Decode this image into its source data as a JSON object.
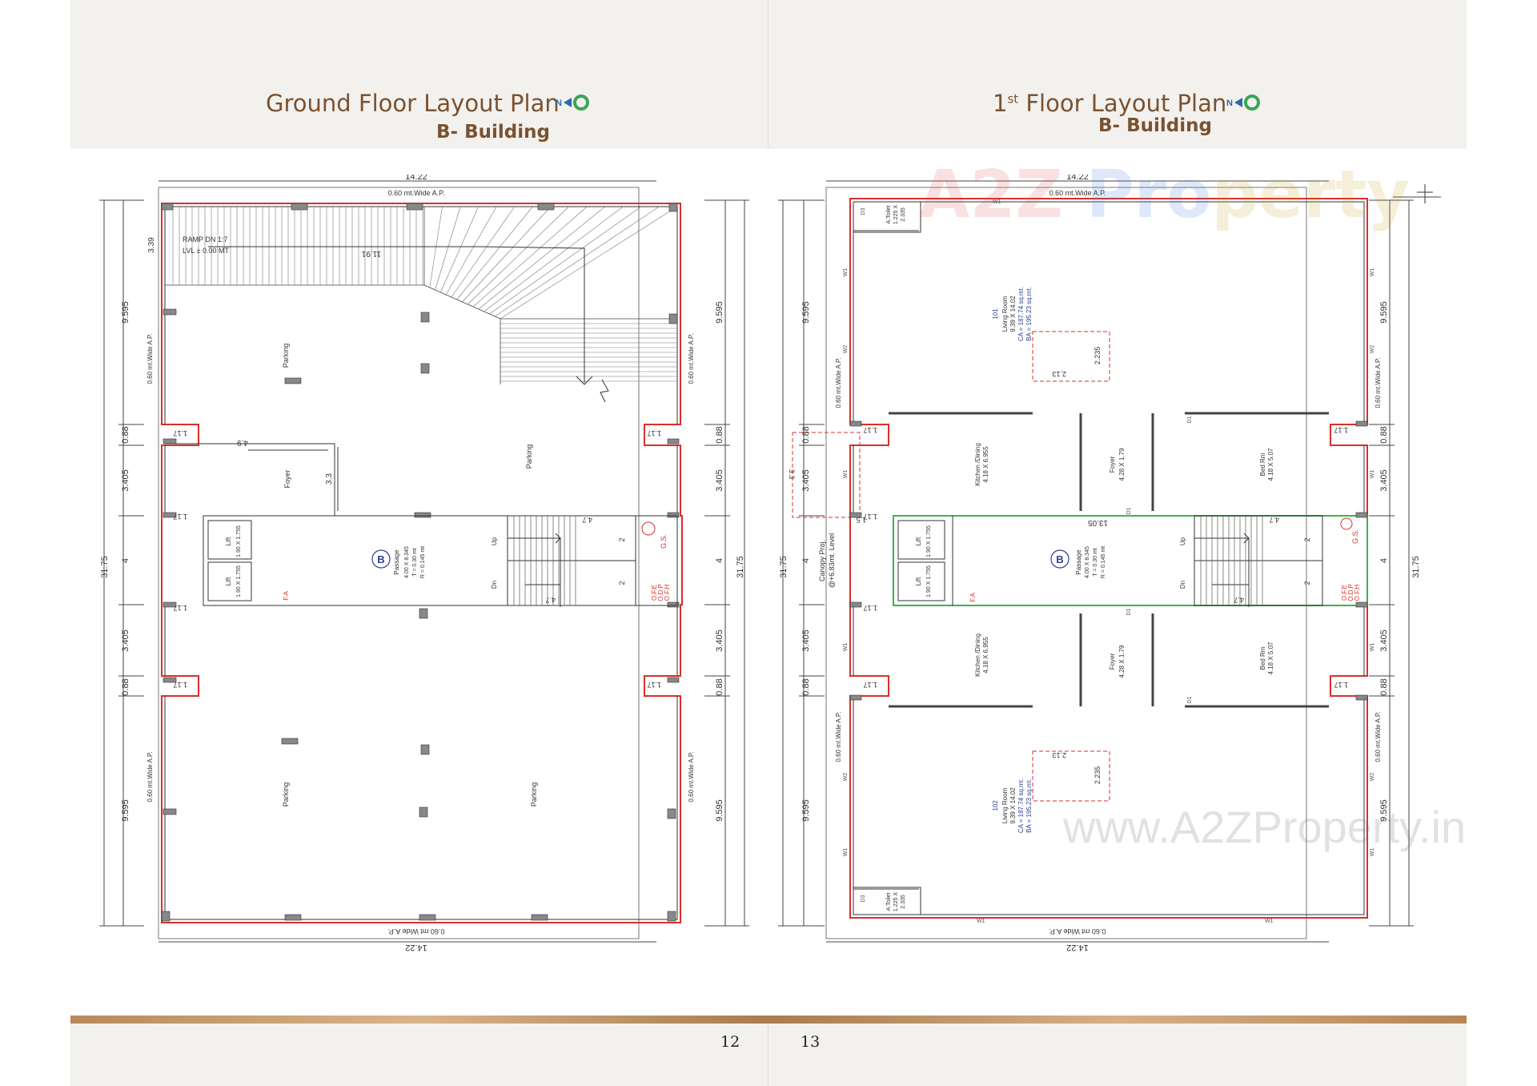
{
  "left": {
    "title": "Ground Floor Layout Plan",
    "subtitle": "B- Building",
    "page_number": "12"
  },
  "right": {
    "title_prefix": "1",
    "title_sup": "st",
    "title_rest": " Floor Layout Plan",
    "subtitle": "B- Building",
    "page_number": "13"
  },
  "watermark": {
    "brand_part1": "A2Z ",
    "brand_part2": "Pro",
    "brand_part3": "perty",
    "url": "www.A2ZProperty.in"
  },
  "ground": {
    "width_top": "14.22",
    "width_bottom": "14.22",
    "ap_top": "0.60 mt.Wide A.P.",
    "ap_bottom": "0.60 mt Wide A.P.",
    "ap_side": "0.60 mt.Wide A.P.",
    "total_height": "31.75",
    "dims": [
      "9.595",
      "0.88",
      "3.405",
      "4",
      "3.405",
      "0.88",
      "9.595"
    ],
    "ramp": "RAMP DN 1:7",
    "lvl": "LVL ± 0.00 MT",
    "ramp_dim": "11.91",
    "ramp_h": "3.39",
    "cut": "1.17",
    "foyer_w": "4.9",
    "foyer_h": "3.3",
    "parking": "Parking",
    "foyer": "Foyer",
    "lift": "Lift",
    "lift_size": "1.90 X 1.755",
    "building_tag": "B",
    "passage": "Passage",
    "passage_size": "4.00 X 8.345",
    "tread": "T = 0.30 mt",
    "riser": "R = 0.145 mt",
    "up": "Up",
    "dn": "Dn",
    "stair_dim": "4.7",
    "stair_w": "2",
    "gs": "G.S.",
    "fa": "F.A",
    "ofe": "O.F.E",
    "odp": "O.D.P",
    "ofh": "O.F.H"
  },
  "first": {
    "width_top": "14.22",
    "width_bottom": "14.22",
    "ap_top": "0.60 mt.Wide A.P.",
    "ap_bottom": "0.60 mt Wide A.P.",
    "ap_side": "0.60 mt.Wide A.P.",
    "total_height": "31.75",
    "dims": [
      "9.595",
      "0.88",
      "3.405",
      "4",
      "3.405",
      "0.88",
      "9.595"
    ],
    "toilet": "A.Toilet",
    "toilet_size": "1.225 X",
    "toilet_size2": "2.335",
    "unit101": "101",
    "unit102": "102",
    "living": "Living Room",
    "living_size": "9.39 X 14.02",
    "ca": "CA = 187.74 sq.mt.",
    "ba": "BA = 195.23 sq.mt.",
    "void_w": "2.13",
    "void_h": "2.235",
    "kitchen": "Kitchen /Dining",
    "kitchen_size": "4.18 X 6.955",
    "kitchen_size2": "4.18 X 6.955",
    "foyer": "Foyer",
    "foyer_size": "4.28 X 1.79",
    "bed": "Bed Rm",
    "bed_size": "4.18 X 5.07",
    "passage_w": "13.05",
    "canopy1": "Canopy Proj.",
    "canopy2": "@+6.83mt. Level",
    "cut": "1.17",
    "w1": "W1",
    "w2": "W2",
    "d1": "D1",
    "d3": "D3",
    "cut_dim": "1.5",
    "side_dim": "3.3"
  }
}
